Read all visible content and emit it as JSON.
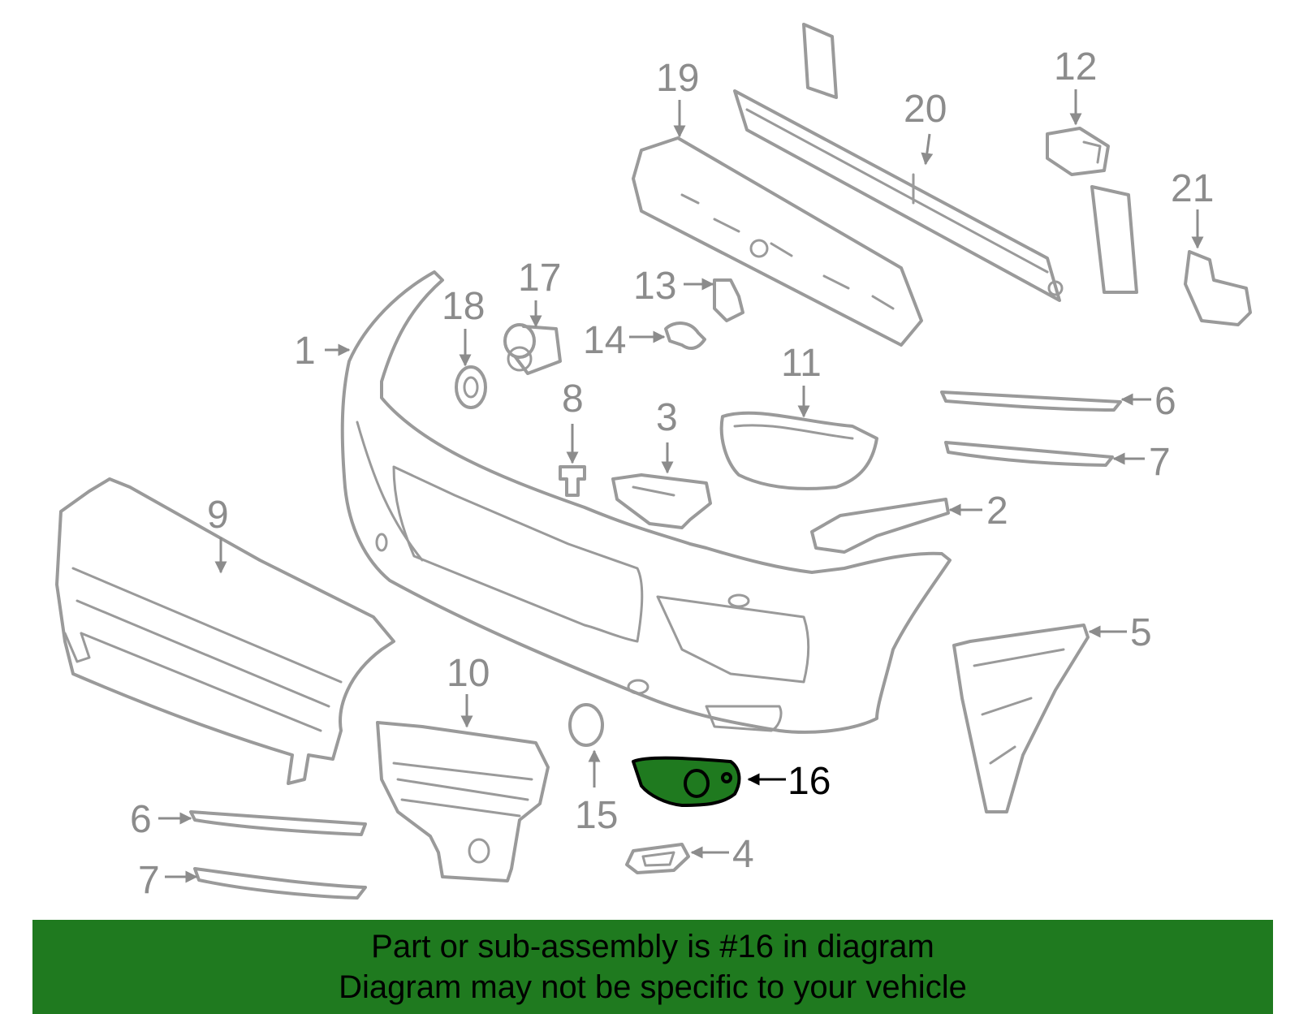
{
  "callouts": [
    "1",
    "2",
    "3",
    "4",
    "5",
    "6",
    "7",
    "8",
    "9",
    "10",
    "11",
    "12",
    "13",
    "14",
    "15",
    "16",
    "17",
    "18",
    "19",
    "20",
    "21"
  ],
  "highlighted_callout": "16",
  "colors": {
    "highlight_fill": "#1f7a1f",
    "banner_fill": "#1f7a1f",
    "part_stroke": "#9a9a9a",
    "callout_text": "#8c8c8c",
    "highlight_text": "#000000"
  },
  "caption": {
    "line1": "Part or sub-assembly is #16 in diagram",
    "line2": "Diagram may not be specific to your vehicle"
  }
}
